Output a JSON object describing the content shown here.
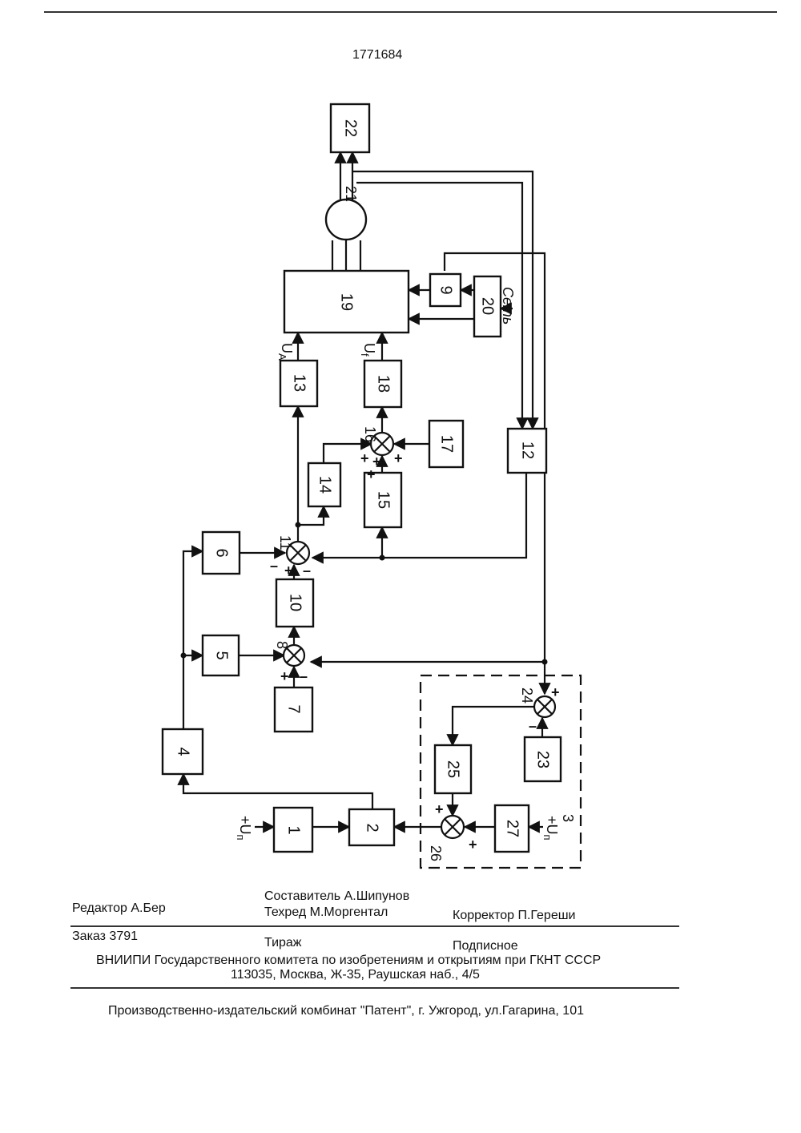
{
  "header": {
    "patent_number": "1771684"
  },
  "diagram": {
    "blocks": {
      "b1": "1",
      "b2": "2",
      "b4": "4",
      "b5": "5",
      "b6": "6",
      "b7": "7",
      "b9": "9",
      "b10": "10",
      "b12": "12",
      "b13": "13",
      "b14": "14",
      "b15": "15",
      "b17": "17",
      "b18": "18",
      "b19": "19",
      "b20": "20",
      "b22": "22",
      "b23": "23",
      "b25": "25",
      "b27": "27"
    },
    "summers": {
      "s8": "8",
      "s11": "11",
      "s16": "16",
      "s24": "24",
      "s26": "26"
    },
    "motor_label": "21",
    "group_label": "3",
    "signals": {
      "ua": "U",
      "ua_sub": "A",
      "uf": "U",
      "uf_sub": "f",
      "csetb": "Сеть",
      "un_left": "+U",
      "un_left_sub": "п",
      "un_right": "+U",
      "un_right_sub": "п"
    },
    "signs": {
      "plus": "+",
      "minus": "–"
    }
  },
  "footer": {
    "editor": "Редактор А.Бер",
    "compiler": "Составитель А.Шипунов",
    "techred": "Техред М.Моргентал",
    "corrector": "Корректор П.Гереши",
    "order": "Заказ 3791",
    "circulation": "Тираж",
    "subscription": "Подписное",
    "org_line": "ВНИИПИ Государственного комитета по изобретениям и открытиям при ГКНТ СССР",
    "address_line": "113035, Москва, Ж-35, Раушская наб., 4/5",
    "publisher_line": "Производственно-издательский комбинат \"Патент\", г. Ужгород, ул.Гагарина, 101"
  }
}
